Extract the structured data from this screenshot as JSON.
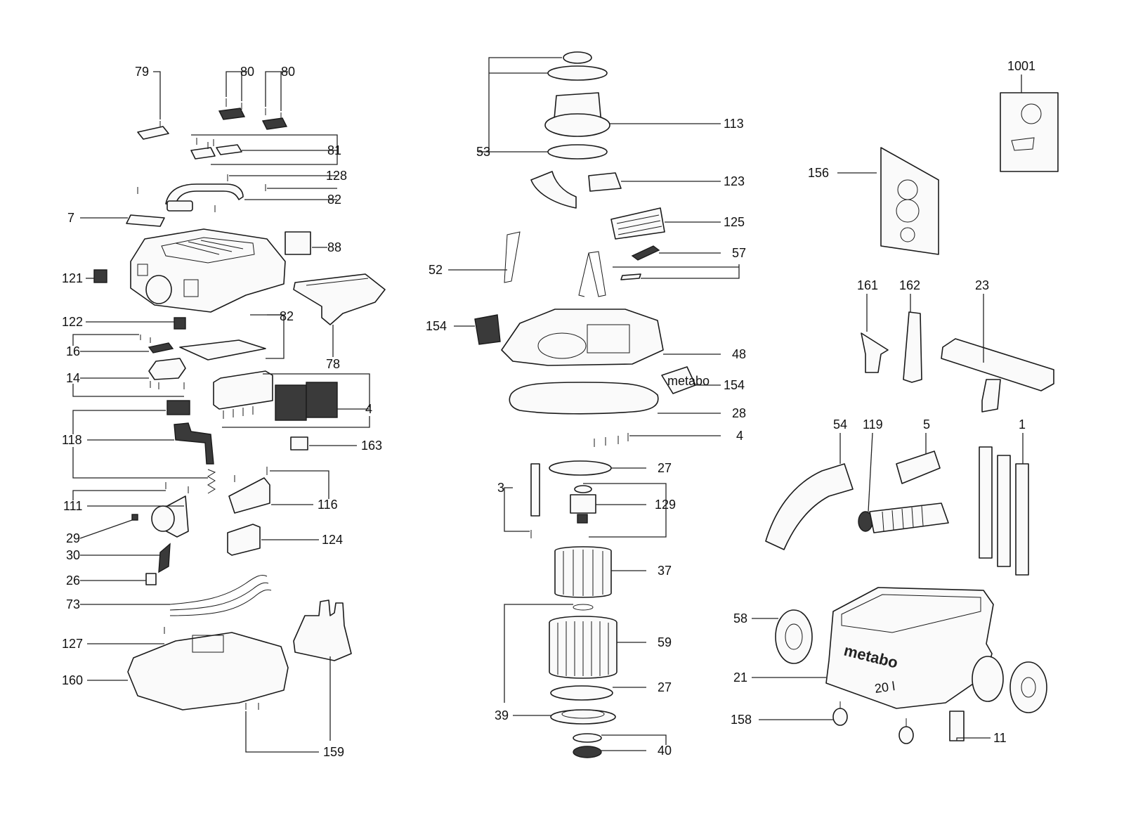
{
  "diagram": {
    "type": "exploded-parts-view",
    "labels": [
      {
        "id": "79",
        "text": "79"
      },
      {
        "id": "80a",
        "text": "80"
      },
      {
        "id": "80b",
        "text": "80"
      },
      {
        "id": "81",
        "text": "81"
      },
      {
        "id": "128",
        "text": "128"
      },
      {
        "id": "82a",
        "text": "82"
      },
      {
        "id": "7",
        "text": "7"
      },
      {
        "id": "88",
        "text": "88"
      },
      {
        "id": "121",
        "text": "121"
      },
      {
        "id": "122",
        "text": "122"
      },
      {
        "id": "82b",
        "text": "82"
      },
      {
        "id": "78",
        "text": "78"
      },
      {
        "id": "16",
        "text": "16"
      },
      {
        "id": "14",
        "text": "14"
      },
      {
        "id": "4a",
        "text": "4"
      },
      {
        "id": "118",
        "text": "118"
      },
      {
        "id": "163",
        "text": "163"
      },
      {
        "id": "111",
        "text": "111"
      },
      {
        "id": "116",
        "text": "116"
      },
      {
        "id": "29",
        "text": "29"
      },
      {
        "id": "30",
        "text": "30"
      },
      {
        "id": "124",
        "text": "124"
      },
      {
        "id": "26",
        "text": "26"
      },
      {
        "id": "73",
        "text": "73"
      },
      {
        "id": "127",
        "text": "127"
      },
      {
        "id": "160",
        "text": "160"
      },
      {
        "id": "159",
        "text": "159"
      },
      {
        "id": "53",
        "text": "53"
      },
      {
        "id": "113",
        "text": "113"
      },
      {
        "id": "123",
        "text": "123"
      },
      {
        "id": "125",
        "text": "125"
      },
      {
        "id": "52",
        "text": "52"
      },
      {
        "id": "57",
        "text": "57"
      },
      {
        "id": "154a",
        "text": "154"
      },
      {
        "id": "48",
        "text": "48"
      },
      {
        "id": "154b",
        "text": "154"
      },
      {
        "id": "28",
        "text": "28"
      },
      {
        "id": "4b",
        "text": "4"
      },
      {
        "id": "27a",
        "text": "27"
      },
      {
        "id": "3",
        "text": "3"
      },
      {
        "id": "129",
        "text": "129"
      },
      {
        "id": "37",
        "text": "37"
      },
      {
        "id": "59",
        "text": "59"
      },
      {
        "id": "27b",
        "text": "27"
      },
      {
        "id": "39",
        "text": "39"
      },
      {
        "id": "40",
        "text": "40"
      },
      {
        "id": "1001",
        "text": "1001"
      },
      {
        "id": "156",
        "text": "156"
      },
      {
        "id": "161",
        "text": "161"
      },
      {
        "id": "162",
        "text": "162"
      },
      {
        "id": "23",
        "text": "23"
      },
      {
        "id": "54",
        "text": "54"
      },
      {
        "id": "119",
        "text": "119"
      },
      {
        "id": "5",
        "text": "5"
      },
      {
        "id": "1",
        "text": "1"
      },
      {
        "id": "58",
        "text": "58"
      },
      {
        "id": "21",
        "text": "21"
      },
      {
        "id": "158",
        "text": "158"
      },
      {
        "id": "11",
        "text": "11"
      }
    ],
    "container_brand": "metabo",
    "container_capacity": "20 l"
  }
}
